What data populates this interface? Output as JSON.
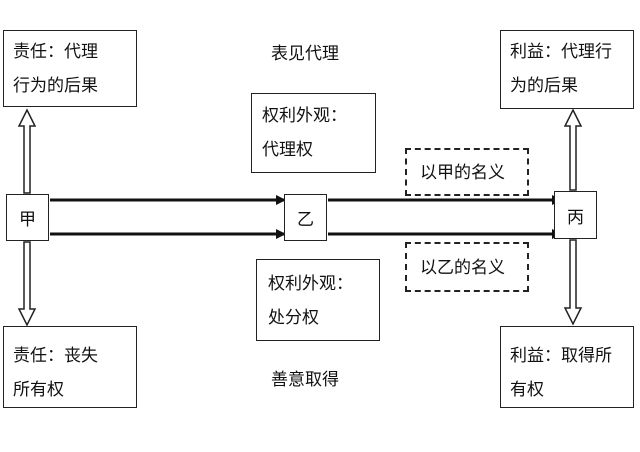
{
  "nodes": {
    "jia": "甲",
    "yi": "乙",
    "bing": "丙"
  },
  "boxes": {
    "top_left": "责任：代理\n行为的后果",
    "top_right": "利益：代理行\n为的后果",
    "bottom_left": "责任：丧失\n所有权",
    "bottom_right": "利益：取得所\n有权",
    "upper_middle": "权利外观：\n代理权",
    "lower_middle": "权利外观：\n处分权"
  },
  "labels": {
    "apparent_agency": "表见代理",
    "good_faith_acquisition": "善意取得",
    "in_name_of_jia": "以甲的名义",
    "in_name_of_yi": "以乙的名义"
  }
}
